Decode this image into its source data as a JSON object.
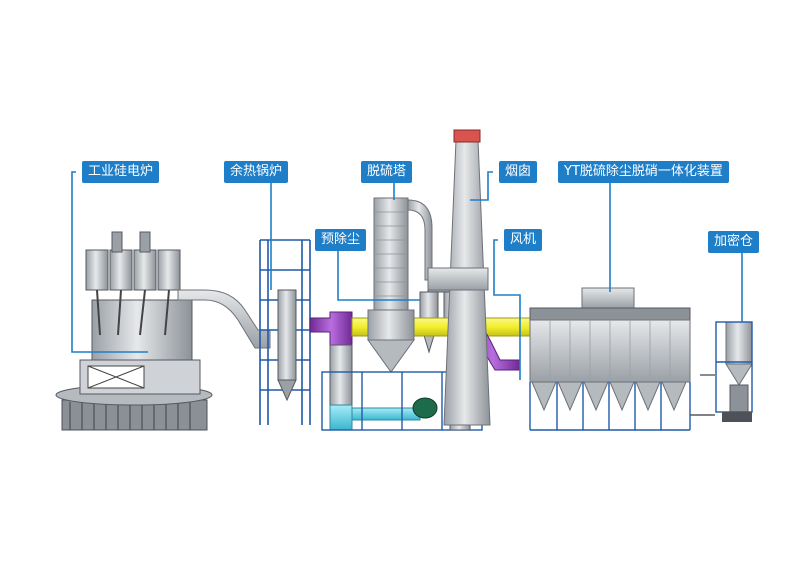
{
  "labels": {
    "furnace": "工业硅电炉",
    "boiler": "余热锅炉",
    "desulfur_tower": "脱硫塔",
    "chimney": "烟囱",
    "integrated": "YT脱硫除尘脱硝一体化装置",
    "predust": "预除尘",
    "fan": "风机",
    "silo": "加密仓"
  },
  "colors": {
    "label_bg": "#1e7ec8",
    "leader": "#1e7ec8",
    "frame": "#1f5aa8",
    "duct_gray": "#c9ccd1",
    "duct_purple": "#8e3fb5",
    "duct_yellow": "#f2ee2a",
    "duct_cyan": "#5fd0e6",
    "chimney_cap": "#d9534f",
    "equipment": "#bfc3c8",
    "dark_gray": "#6d7278"
  }
}
